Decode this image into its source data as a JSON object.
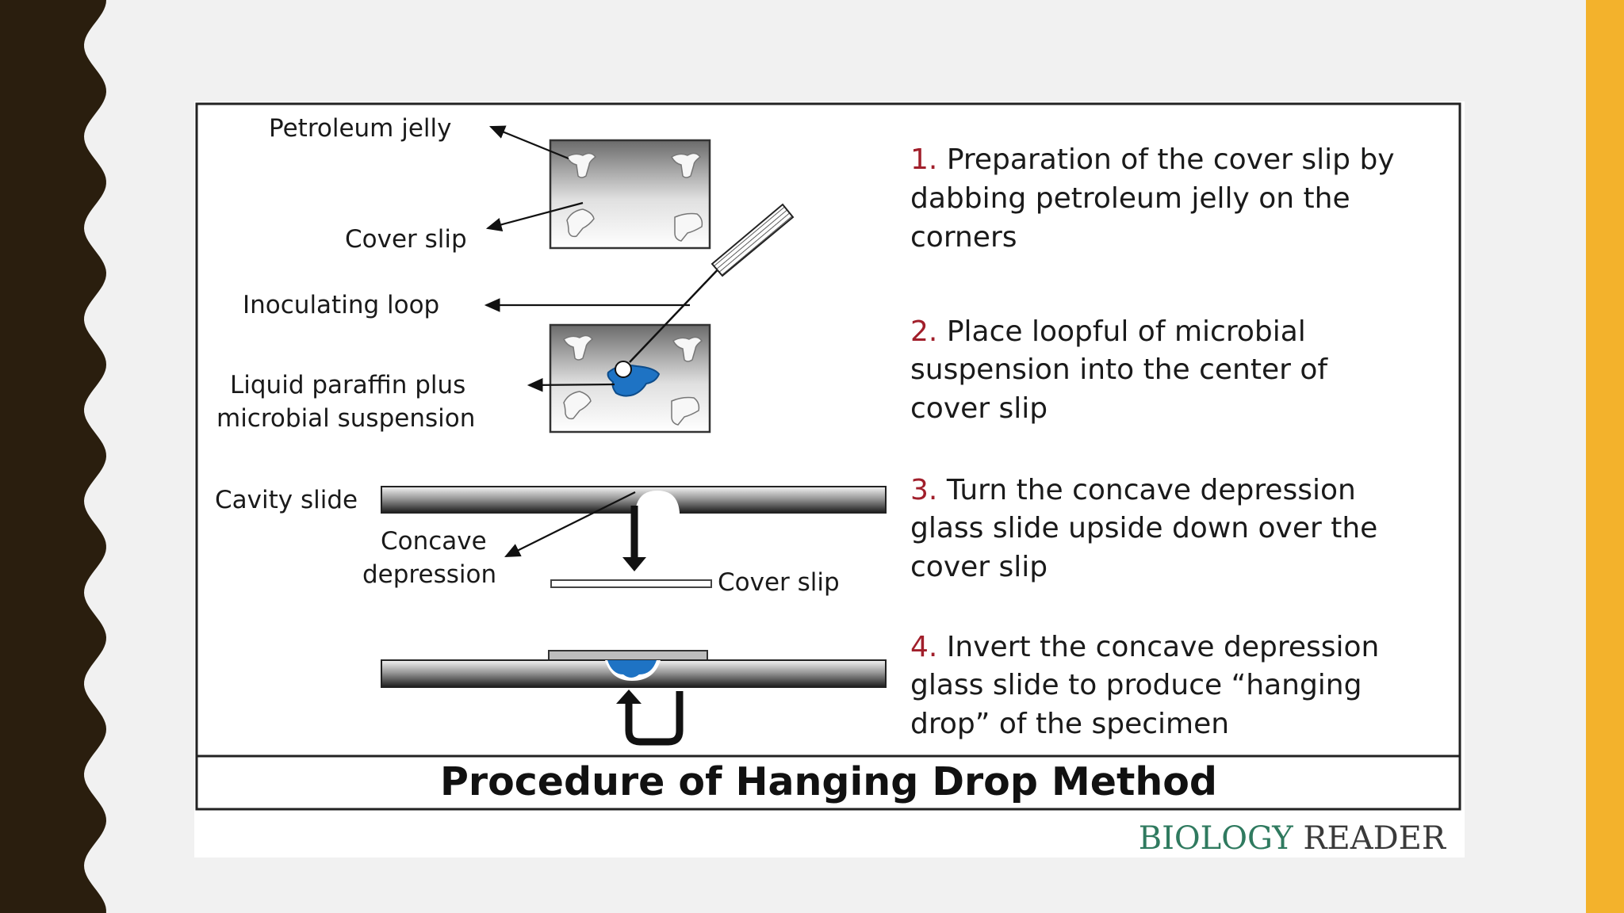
{
  "labels": {
    "petroleum_jelly": "Petroleum jelly",
    "cover_slip_top": "Cover slip",
    "inoculating_loop": "Inoculating loop",
    "liquid_paraffin_1": "Liquid paraffin plus",
    "liquid_paraffin_2": "microbial suspension",
    "cavity_slide": "Cavity slide",
    "concave_1": "Concave",
    "concave_2": "depression",
    "cover_slip_bottom": "Cover slip"
  },
  "steps": [
    {
      "num": "1.",
      "lines": [
        "Preparation of the cover slip by",
        "dabbing petroleum jelly on the",
        "corners"
      ]
    },
    {
      "num": "2.",
      "lines": [
        "Place loopful of microbial",
        "suspension into the center of",
        "cover slip"
      ]
    },
    {
      "num": "3.",
      "lines": [
        "Turn the concave depression",
        "glass slide upside down over the",
        "cover slip"
      ]
    },
    {
      "num": "4.",
      "lines": [
        "Invert the concave depression",
        "glass slide to produce “hanging",
        "drop” of the specimen"
      ]
    }
  ],
  "title": "Procedure of Hanging Drop Method",
  "brand": {
    "part1": "BIOLOGY",
    "part2": "READER"
  },
  "colors": {
    "step_number": "#a11f2b",
    "drop": "#1e73c4",
    "accent": "#f3b22c",
    "sidebar": "#2a1e0e"
  }
}
